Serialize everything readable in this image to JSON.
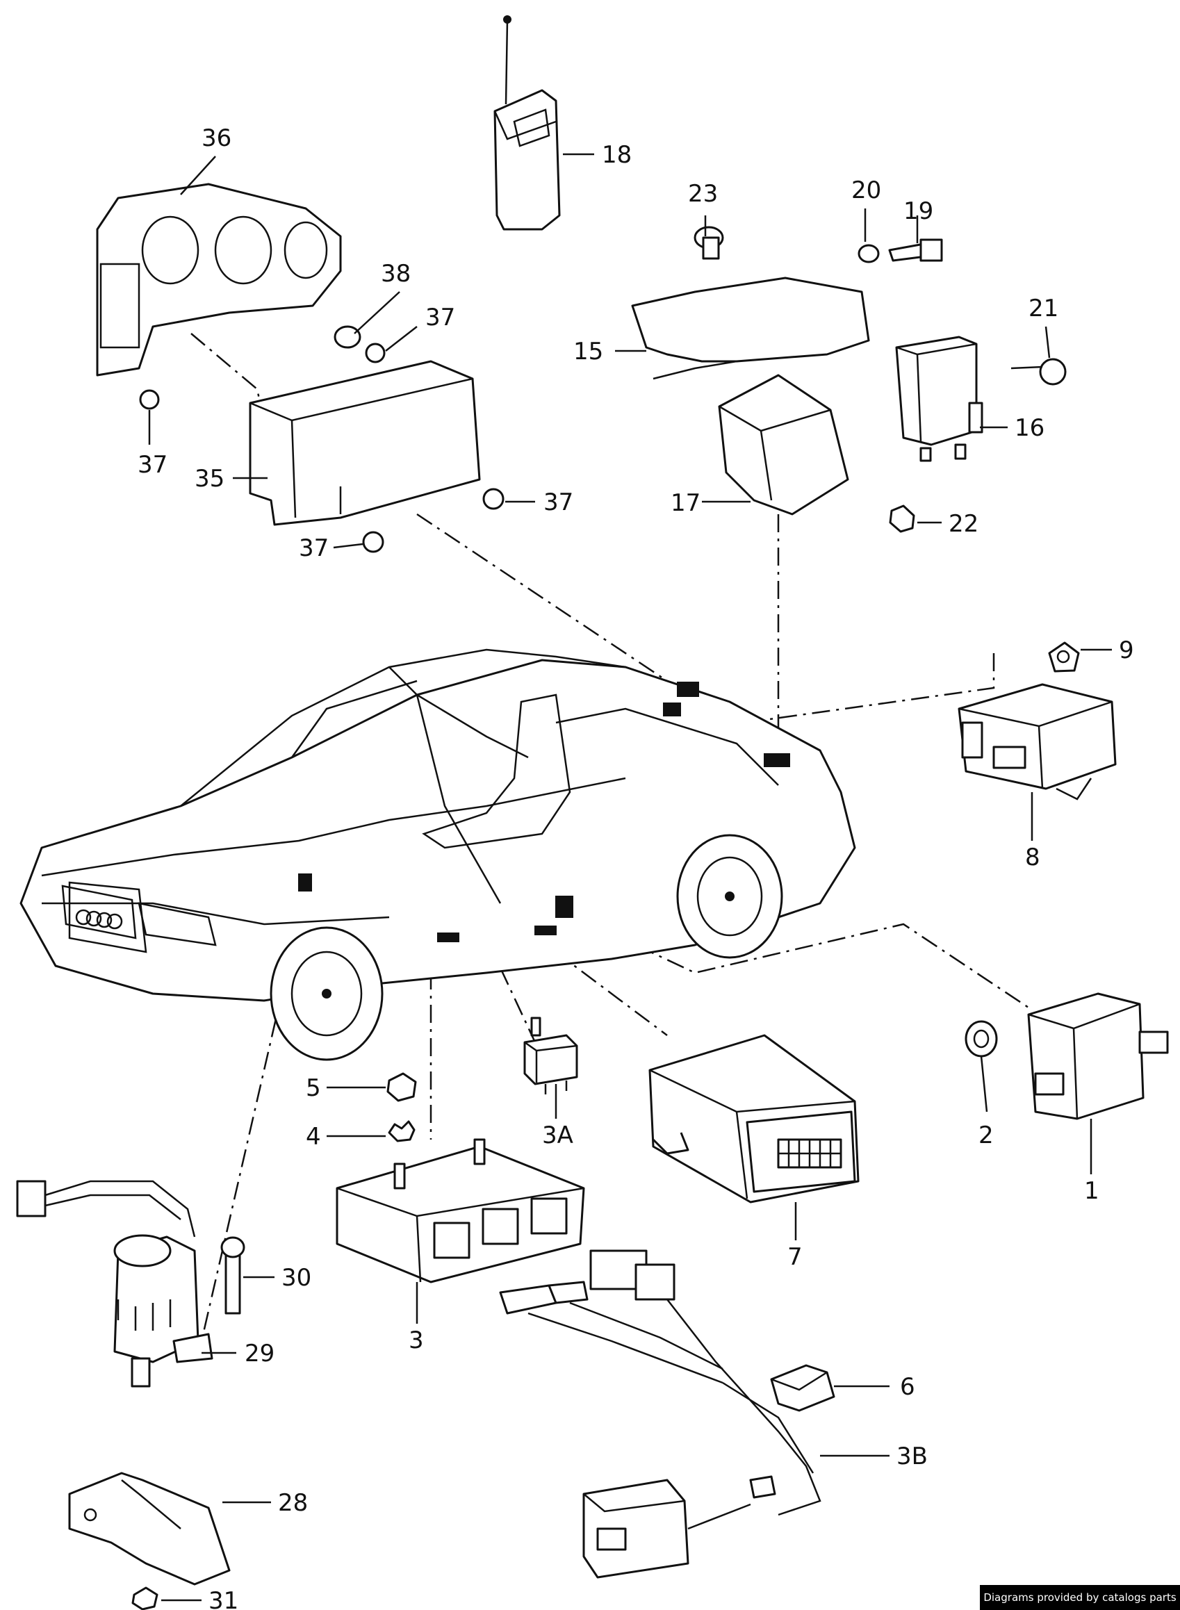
{
  "labels": {
    "p1": "1",
    "p2": "2",
    "p3": "3",
    "p3a": "3A",
    "p3b": "3B",
    "p4": "4",
    "p5": "5",
    "p6": "6",
    "p7": "7",
    "p8": "8",
    "p9": "9",
    "p15": "15",
    "p16": "16",
    "p17": "17",
    "p18": "18",
    "p19": "19",
    "p20": "20",
    "p21": "21",
    "p22": "22",
    "p23": "23",
    "p28": "28",
    "p29": "29",
    "p30": "30",
    "p31": "31",
    "p35": "35",
    "p36": "36",
    "p37a": "37",
    "p37b": "37",
    "p37c": "37",
    "p37d": "37",
    "p38": "38"
  },
  "footer": {
    "credit": "Diagrams provided by catalogs parts"
  }
}
